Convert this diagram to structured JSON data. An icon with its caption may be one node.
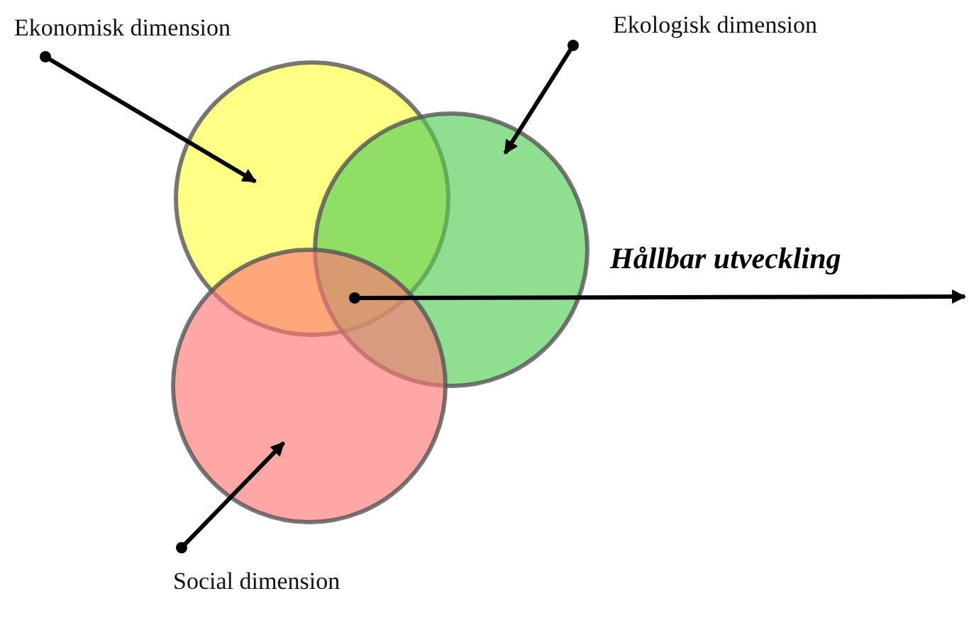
{
  "diagram": {
    "nodes": [
      {
        "text": [
          "Ekonomisk dimension"
        ]
      },
      {
        "text": [
          "Ekologisk dimension"
        ]
      },
      {
        "text": [
          "Social dimension"
        ]
      },
      {
        "text": [],
        "shape": "circle"
      },
      {
        "text": [],
        "shape": "circle"
      },
      {
        "text": [],
        "shape": "circle"
      },
      {
        "text": [
          "Hållbar utveckling"
        ]
      }
    ],
    "edges": [
      {
        "from": 0,
        "to": 3,
        "arrow": "to"
      },
      {
        "from": 1,
        "to": 4,
        "arrow": "to"
      },
      {
        "from": 2,
        "to": 5,
        "arrow": "to"
      },
      {
        "from": 3,
        "to": 6,
        "arrow": "to"
      }
    ]
  }
}
